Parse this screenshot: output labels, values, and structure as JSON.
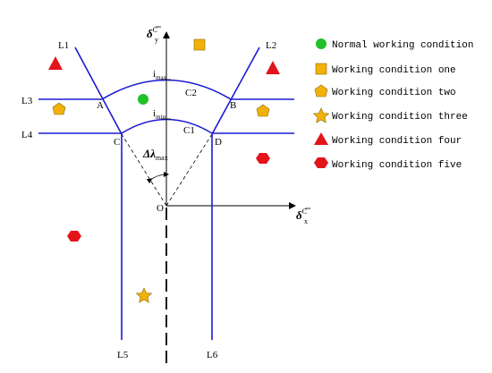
{
  "diagram": {
    "axes": {
      "y_label": "δ",
      "y_label_sup": "C",
      "y_label_sub": "y",
      "x_label": "δ",
      "x_label_sup": "C",
      "x_label_sub": "x",
      "origin": "O"
    },
    "boundary_lines": [
      "L1",
      "L2",
      "L3",
      "L4",
      "L5",
      "L6"
    ],
    "arcs": {
      "outer": "C2",
      "inner": "C1",
      "outer_radius": "i",
      "outer_radius_sub": "max",
      "inner_radius": "i",
      "inner_radius_sub": "min"
    },
    "points": [
      "A",
      "B",
      "C",
      "D"
    ],
    "angle": {
      "symbol": "Δλ",
      "sub": "max"
    }
  },
  "legend": {
    "items": [
      {
        "label": "Normal working condition",
        "marker": "circle",
        "color": "#22c02a"
      },
      {
        "label": "Working condition one",
        "marker": "square",
        "color": "#f2b10a"
      },
      {
        "label": "Working condition two",
        "marker": "pentagon",
        "color": "#f2b10a"
      },
      {
        "label": "Working condition three",
        "marker": "star",
        "color": "#f2b10a"
      },
      {
        "label": "Working condition four",
        "marker": "triangle",
        "color": "#e3141a"
      },
      {
        "label": "Working condition five",
        "marker": "hexagon",
        "color": "#e3141a"
      }
    ]
  },
  "colors": {
    "boundary": "#1a1ad4",
    "axis": "#000000",
    "dashed": "#000000"
  }
}
